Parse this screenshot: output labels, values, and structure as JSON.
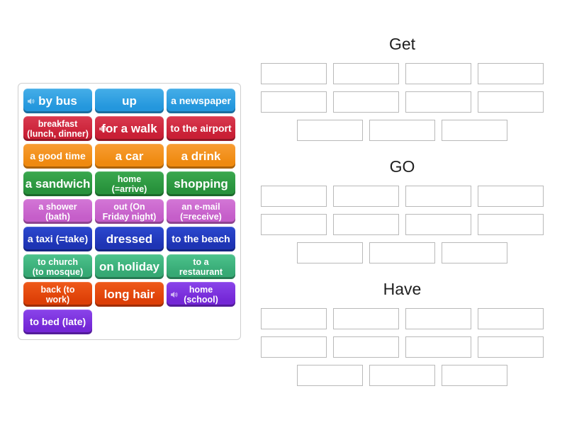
{
  "palette": {
    "blue": {
      "light": "#45aee8",
      "base": "#2497dd"
    },
    "crimson": {
      "light": "#d93a50",
      "base": "#c91f35"
    },
    "orange": {
      "light": "#f89d33",
      "base": "#ef8a10"
    },
    "green": {
      "light": "#3aa84e",
      "base": "#28923c"
    },
    "orchid": {
      "light": "#d376d6",
      "base": "#c55ec9"
    },
    "royal": {
      "light": "#2c48cf",
      "base": "#1e34b4"
    },
    "seagreen": {
      "light": "#4cc28c",
      "base": "#36a974"
    },
    "orangered": {
      "light": "#ef5a1a",
      "base": "#dd3f07"
    },
    "purple": {
      "light": "#8a44ea",
      "base": "#7427d6"
    }
  },
  "slot_border_color": "#b9b9b9",
  "tiles": [
    {
      "label": "by bus",
      "lines": [
        "by bus"
      ],
      "color": "blue",
      "audio": true
    },
    {
      "label": "up",
      "lines": [
        "up"
      ],
      "color": "blue",
      "audio": false
    },
    {
      "label": "a newspaper",
      "lines": [
        "a newspaper"
      ],
      "color": "blue",
      "audio": false
    },
    {
      "label": "breakfast (lunch, dinner)",
      "lines": [
        "breakfast",
        "(lunch, dinner)"
      ],
      "color": "crimson",
      "audio": false
    },
    {
      "label": "for a walk",
      "lines": [
        "for a walk"
      ],
      "color": "crimson",
      "audio": true
    },
    {
      "label": "to the airport",
      "lines": [
        "to the airport"
      ],
      "color": "crimson",
      "audio": false
    },
    {
      "label": "a good time",
      "lines": [
        "a good time"
      ],
      "color": "orange",
      "audio": false
    },
    {
      "label": "a car",
      "lines": [
        "a car"
      ],
      "color": "orange",
      "audio": false
    },
    {
      "label": "a drink",
      "lines": [
        "a drink"
      ],
      "color": "orange",
      "audio": false
    },
    {
      "label": "a sandwich",
      "lines": [
        "a sandwich"
      ],
      "color": "green",
      "audio": false
    },
    {
      "label": "home (=arrive)",
      "lines": [
        "home",
        "(=arrive)"
      ],
      "color": "green",
      "audio": false
    },
    {
      "label": "shopping",
      "lines": [
        "shopping"
      ],
      "color": "green",
      "audio": false
    },
    {
      "label": "a shower (bath)",
      "lines": [
        "a shower",
        "(bath)"
      ],
      "color": "orchid",
      "audio": false
    },
    {
      "label": "out (On Friday night)",
      "lines": [
        "out (On",
        "Friday night)"
      ],
      "color": "orchid",
      "audio": false
    },
    {
      "label": "an e-mail (=receive)",
      "lines": [
        "an e-mail",
        "(=receive)"
      ],
      "color": "orchid",
      "audio": false
    },
    {
      "label": "a taxi (=take)",
      "lines": [
        "a taxi (=take)"
      ],
      "color": "royal",
      "audio": false
    },
    {
      "label": "dressed",
      "lines": [
        "dressed"
      ],
      "color": "royal",
      "audio": false
    },
    {
      "label": "to the beach",
      "lines": [
        "to the beach"
      ],
      "color": "royal",
      "audio": false
    },
    {
      "label": "to church (to mosque)",
      "lines": [
        "to church",
        "(to mosque)"
      ],
      "color": "seagreen",
      "audio": false
    },
    {
      "label": "on holiday",
      "lines": [
        "on holiday"
      ],
      "color": "seagreen",
      "audio": false
    },
    {
      "label": "to a restaurant",
      "lines": [
        "to a",
        "restaurant"
      ],
      "color": "seagreen",
      "audio": false
    },
    {
      "label": "back (to work)",
      "lines": [
        "back (to",
        "work)"
      ],
      "color": "orangered",
      "audio": false
    },
    {
      "label": "long hair",
      "lines": [
        "long hair"
      ],
      "color": "orangered",
      "audio": false
    },
    {
      "label": "home (school)",
      "lines": [
        "home",
        "(school)"
      ],
      "color": "purple",
      "audio": true
    },
    {
      "label": "to bed (late)",
      "lines": [
        "to bed (late)"
      ],
      "color": "purple",
      "audio": false
    }
  ],
  "categories": [
    {
      "title": "Get",
      "slot_rows": [
        4,
        4,
        3
      ]
    },
    {
      "title": "GO",
      "slot_rows": [
        4,
        4,
        3
      ]
    },
    {
      "title": "Have",
      "slot_rows": [
        4,
        4,
        3
      ]
    }
  ]
}
